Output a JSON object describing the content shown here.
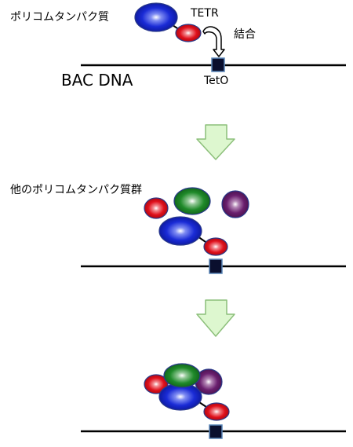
{
  "panel1": {
    "polycomb_label": "ポリコムタンパク質",
    "tetr_label": "TETR",
    "binding_label": "結合",
    "bac_dna_label": "BAC DNA",
    "teto_label": "TetO"
  },
  "panel2": {
    "other_polycomb_label": "他のポリコムタンパク質群"
  },
  "colors": {
    "blue": "#1a2bd6",
    "red": "#e0101c",
    "green": "#1f8a2a",
    "purple": "#6a1f6e",
    "arrow_fill": "#ddf7cf",
    "arrow_stroke": "#8cbf7a",
    "teto_box": "#0a0f2e"
  }
}
